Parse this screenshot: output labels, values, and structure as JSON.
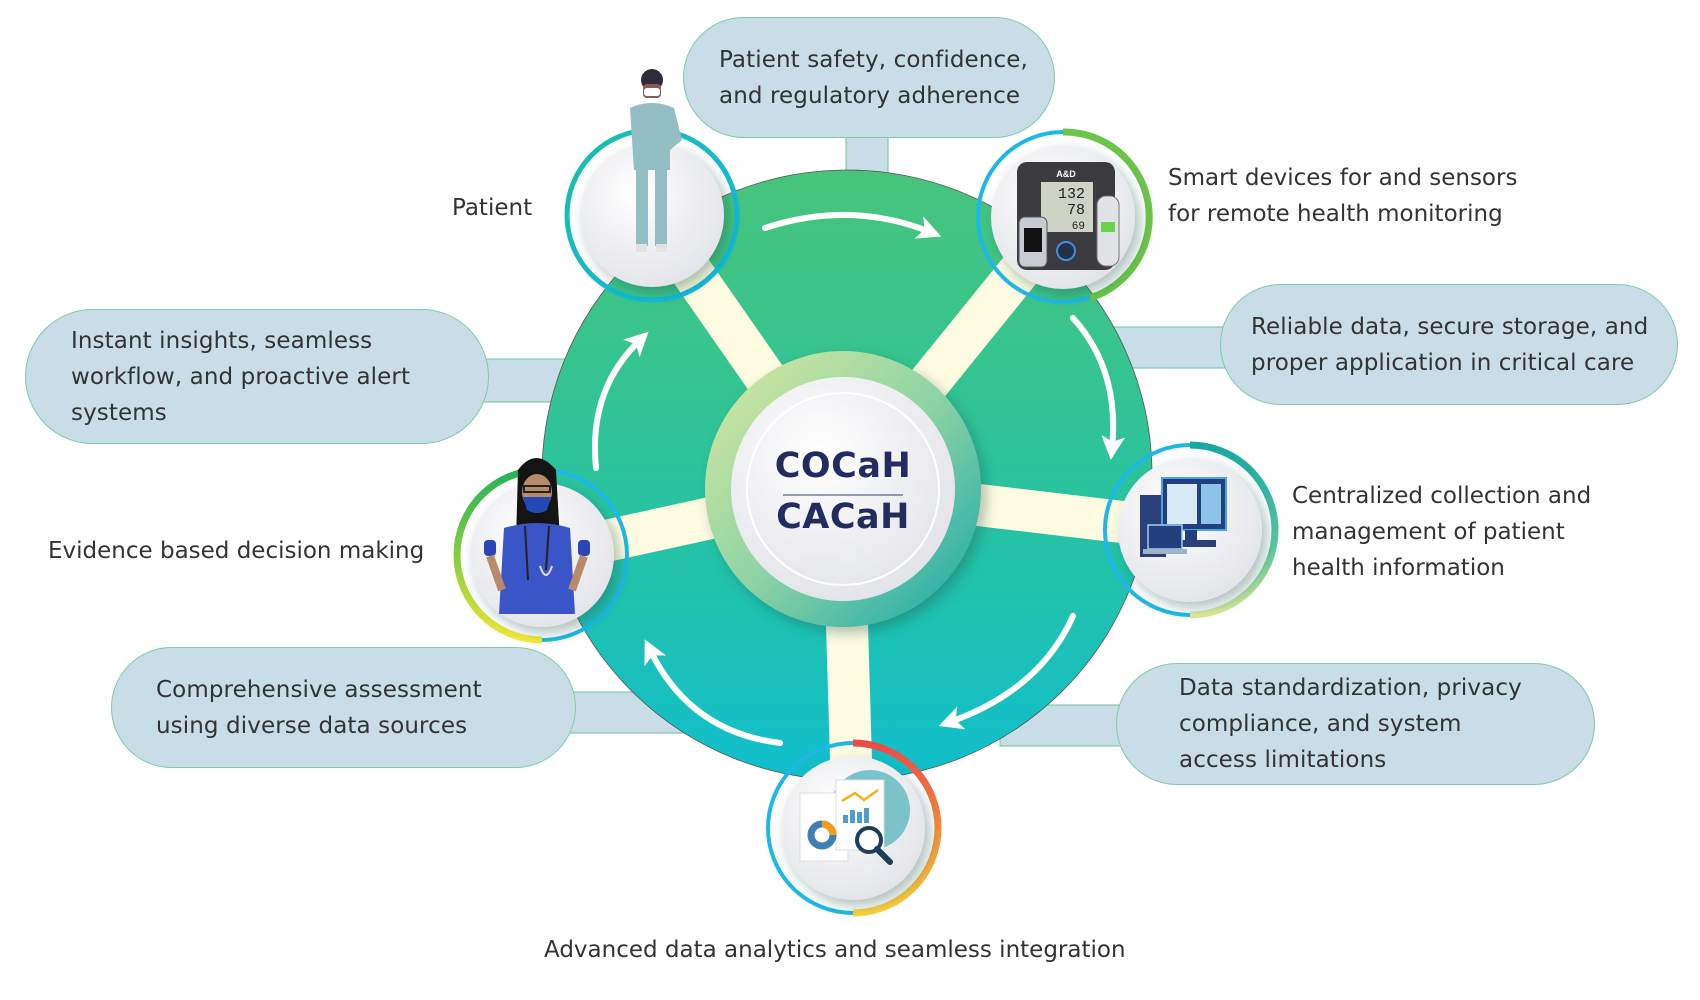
{
  "diagram": {
    "title_top": "COCaH",
    "title_bottom": "CACaH",
    "colors": {
      "box_fill": "#c9dde6",
      "box_border": "#7ecba6",
      "wheel_top": "#44c47f",
      "wheel_bottom": "#13bfc9",
      "spoke": "#fdfbe0",
      "hub_text": "#232c5f",
      "text": "#333333"
    },
    "nodes": [
      {
        "id": "patient",
        "label": "Patient",
        "icon": "patient-figure-icon"
      },
      {
        "id": "devices",
        "label": "Smart devices for and sensors\nfor remote health monitoring",
        "icon": "blood-pressure-monitor-icon"
      },
      {
        "id": "records",
        "label": "Centralized collection and\nmanagement of patient\nhealth information",
        "icon": "computer-workstation-icon"
      },
      {
        "id": "analytics",
        "label": "Advanced data analytics and seamless integration",
        "icon": "analytics-report-icon"
      },
      {
        "id": "clinician",
        "label": "Evidence based decision making",
        "icon": "doctor-figure-icon"
      }
    ],
    "boxes": [
      {
        "id": "safety",
        "text": "Patient safety, confidence,\nand regulatory adherence"
      },
      {
        "id": "reliable",
        "text": "Reliable data, secure storage, and\nproper application in critical care"
      },
      {
        "id": "standardization",
        "text": "Data standardization, privacy\ncompliance, and system\naccess limitations"
      },
      {
        "id": "comprehensive",
        "text": "Comprehensive assessment\nusing diverse data sources"
      },
      {
        "id": "insights",
        "text": "Instant insights, seamless\nworkflow, and proactive alert\nsystems"
      }
    ],
    "device_readings": {
      "sys": "132",
      "dia": "78",
      "pul": "69",
      "brand": "A&D"
    }
  }
}
